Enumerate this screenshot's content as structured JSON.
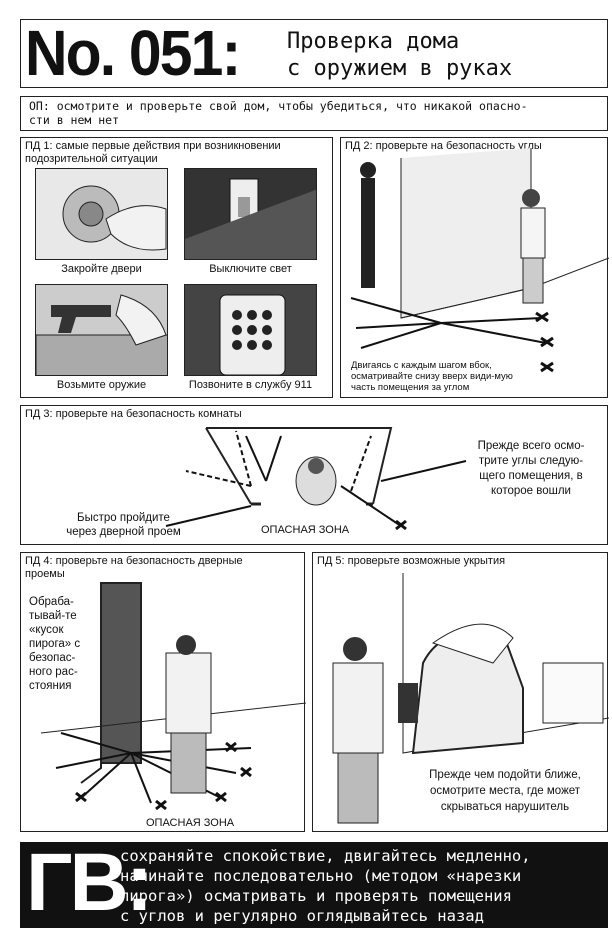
{
  "header": {
    "number": "No. 051:",
    "title_line1": "Проверка дома",
    "title_line2": "с оружием в руках"
  },
  "objective": "ОП: осмотрите и проверьте свой дом, чтобы убедиться, что никакой опасно-\nсти в нем нет",
  "panel1": {
    "title": "ПД 1: самые первые действия при возникновении подозрительной ситуации",
    "captions": [
      "Закройте двери",
      "Выключите свет",
      "Возьмите оружие",
      "Позвоните в службу 911"
    ]
  },
  "panel2": {
    "title": "ПД 2: проверьте на безопасность углы",
    "note": "Двигаясь с каждым шагом вбок, осматривайте снизу вверх види-мую часть помещения за углом"
  },
  "panel3": {
    "title": "ПД 3: проверьте на безопасность комнаты",
    "note_right": "Прежде всего осмо-трите углы следую-щего помещения, в которое вошли",
    "note_left": "Быстро пройдите через дверной проем",
    "danger": "ОПАСНАЯ ЗОНА"
  },
  "panel4": {
    "title": "ПД 4: проверьте на безопасность дверные проемы",
    "note": "Обраба-тывай-те «кусок пирога» с безопас-ного рас-стояния",
    "danger": "ОПАСНАЯ ЗОНА"
  },
  "panel5": {
    "title": "ПД 5: проверьте возможные укрытия",
    "note": "Прежде чем подойти ближе, осмотрите места, где может скрываться нарушитель"
  },
  "footer": {
    "label": "ГВ:",
    "text": "сохраняйте спокойствие, двигайтесь медленно,\nначинайте последовательно (методом «нарезки\nпирога») осматривать и проверять помещения\nс углов и регулярно оглядывайтесь назад"
  }
}
